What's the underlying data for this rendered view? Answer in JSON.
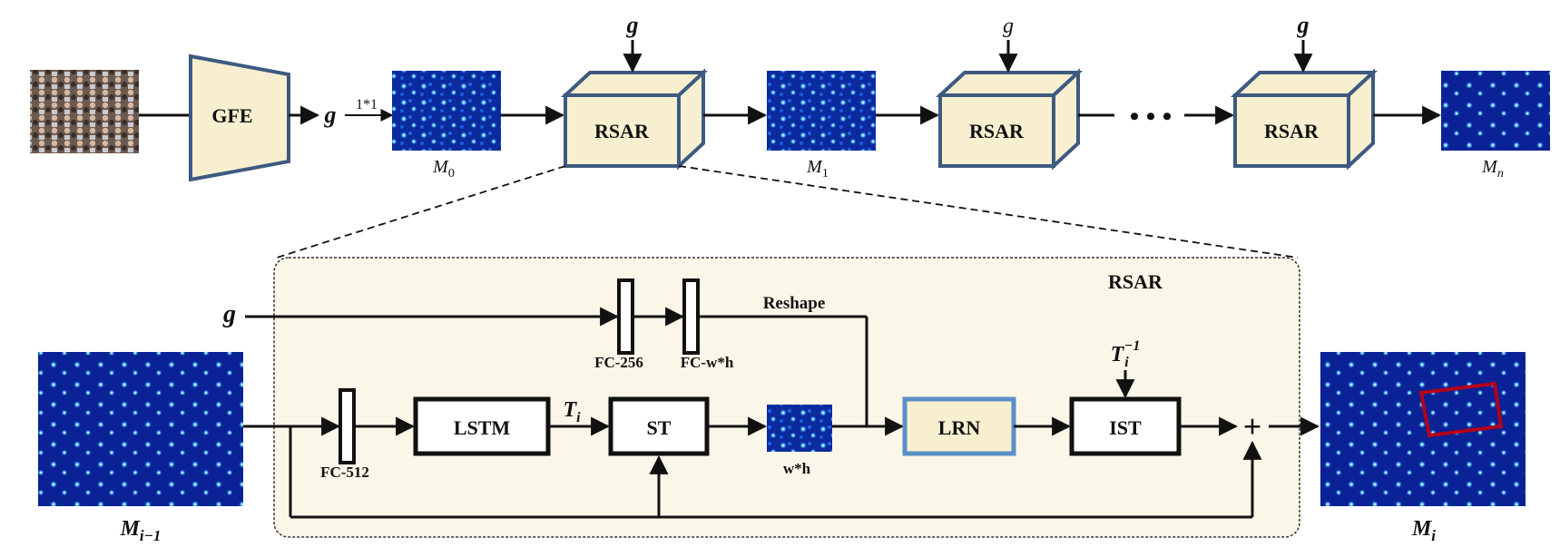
{
  "top": {
    "gfe": "GFE",
    "g_after_gfe": "g",
    "conv_label": "1*1",
    "rsar_labels": [
      "RSAR",
      "RSAR",
      "RSAR"
    ],
    "g_inputs": [
      "g",
      "g",
      "g"
    ],
    "ellipsis": "• • •",
    "map_base": [
      "M",
      "M",
      "M"
    ],
    "map_sub": [
      "0",
      "1",
      "n"
    ]
  },
  "detail": {
    "title": "RSAR",
    "g_input": "g",
    "fc256": "FC-256",
    "fcwh": "FC-w*h",
    "reshape": "Reshape",
    "fc512": "FC-512",
    "lstm": "LSTM",
    "ti_base": "T",
    "ti_sub": "i",
    "st": "ST",
    "wh": "w*h",
    "lrn": "LRN",
    "ist": "IST",
    "tinv_base": "T",
    "tinv_sub": "i",
    "tinv_sup": "−1",
    "plus": "+",
    "m_in_base": "M",
    "m_in_sub": "i−1",
    "m_out_base": "M",
    "m_out_sub": "i"
  },
  "colors": {
    "box_fill": "#f7efcf",
    "box_stroke": "#3d5a80",
    "panel_fill": "#fbf7e8",
    "lrn_stroke": "#5b8fc9",
    "heat_bg": "#0a2a9e",
    "highlight": "#b3001b"
  }
}
